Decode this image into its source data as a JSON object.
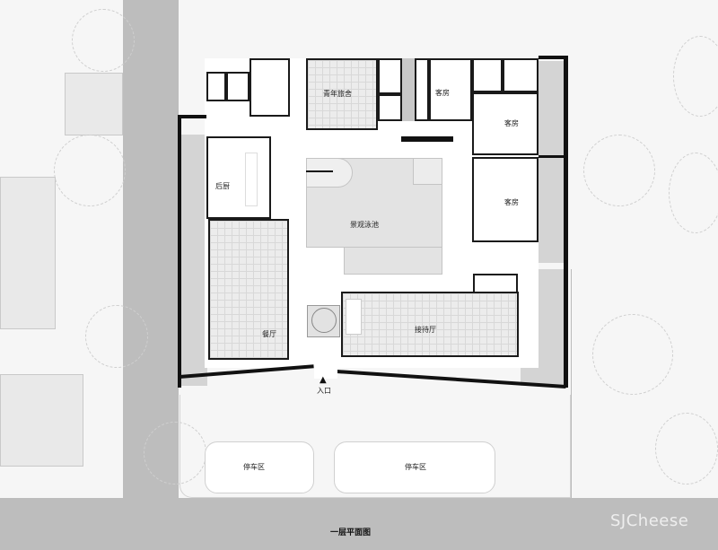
{
  "plan": {
    "title": "一层平面图",
    "watermark": "SJCheese",
    "entrance": {
      "label": "入口",
      "icon": "entrance-arrow-icon",
      "glyph": "▲"
    },
    "rooms": {
      "youth_hostel": "青年旅舍",
      "guest_room_top": "客房",
      "guest_room_upper_right": "客房",
      "guest_room_lower_right": "客房",
      "back_kitchen": "后厨",
      "pool": "景观泳池",
      "dining_hall": "餐厅",
      "reception_hall": "接待厅"
    },
    "parking": [
      {
        "label": "停车区"
      },
      {
        "label": "停车区"
      }
    ]
  },
  "colors": {
    "wall": "#111111",
    "road": "#bdbdbd",
    "background": "#f6f6f6",
    "pool": "#e3e3e3",
    "grey_band": "#d4d4d4"
  }
}
